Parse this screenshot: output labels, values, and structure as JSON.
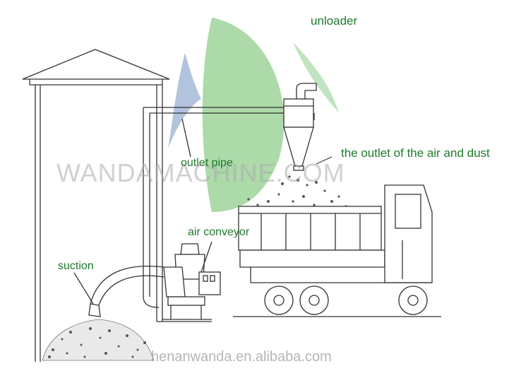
{
  "labels": {
    "unloader": "unloader",
    "outlet_air_dust": "the outlet of the air and dust",
    "outlet_pipe": "outlet pipe",
    "air_conveyor": "air conveyor",
    "suction": "suction"
  },
  "watermark": "WANDAMACHINE.COM",
  "footer": "henanwanda.en.alibaba.com",
  "colors": {
    "label_green": "#1e7a2a",
    "leaf_green": "#9ed39a",
    "leaf_blue": "#9fb4d6",
    "line": "#333333"
  }
}
